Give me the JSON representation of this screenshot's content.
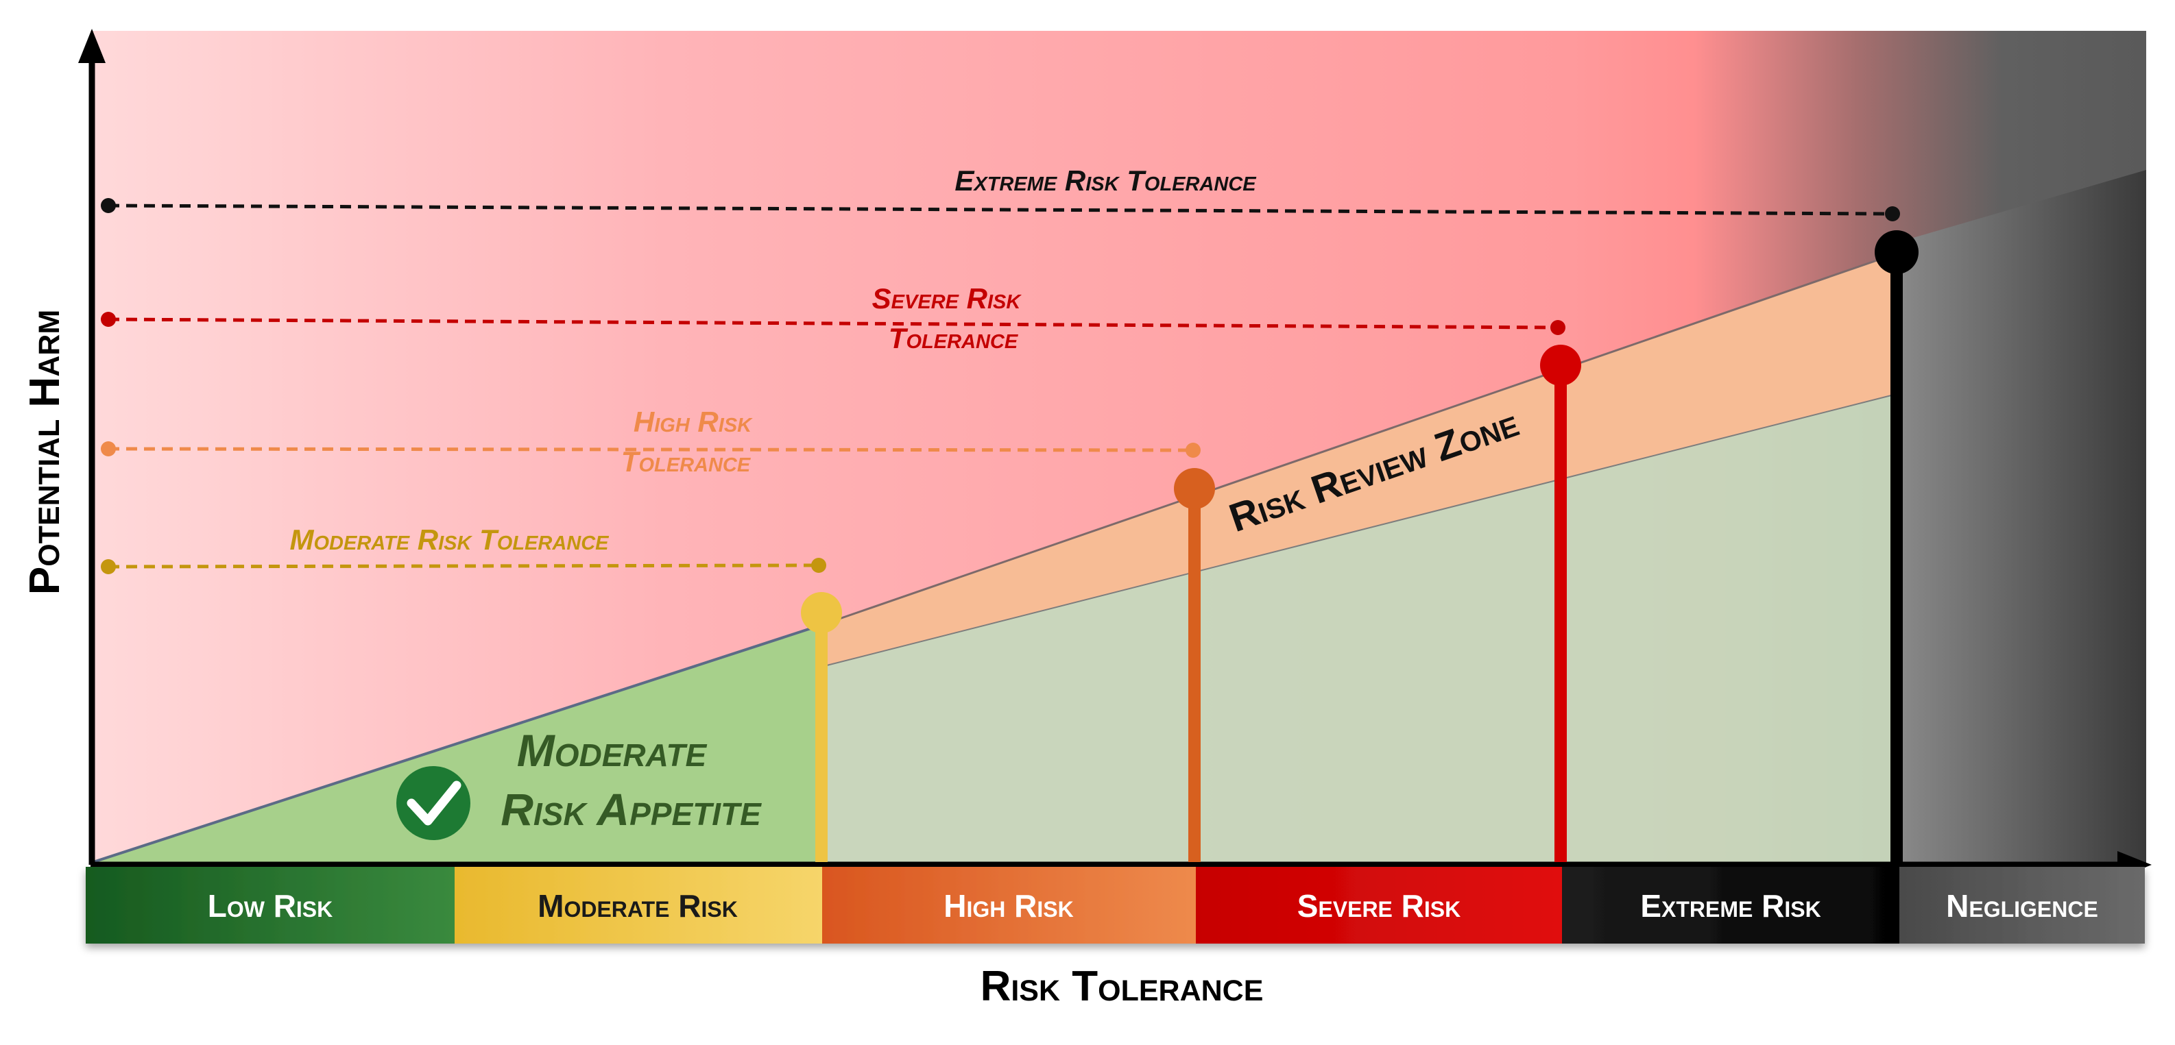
{
  "axes": {
    "x_label": "Risk Tolerance",
    "y_label": "Potential Harm"
  },
  "categories": [
    {
      "label": "Low Risk",
      "color": "#1a6b25",
      "text_color": "#ffffff"
    },
    {
      "label": "Moderate Risk",
      "color": "#eec443",
      "text_color": "#1a1a1a"
    },
    {
      "label": "High Risk",
      "color": "#e0682c",
      "text_color": "#ffffff"
    },
    {
      "label": "Severe Risk",
      "color": "#d40000",
      "text_color": "#ffffff"
    },
    {
      "label": "Extreme Risk",
      "color": "#111111",
      "text_color": "#ffffff"
    },
    {
      "label": "Negligence",
      "color": "#5a5a5a",
      "text_color": "#ffffff"
    }
  ],
  "tolerance_lines": [
    {
      "label": "Extreme Risk Tolerance",
      "color": "#111111"
    },
    {
      "label": "Severe Risk Tolerance",
      "color": "#c40000"
    },
    {
      "label": "High Risk Tolerance",
      "color": "#ef8a4a"
    },
    {
      "label": "Moderate Risk Tolerance",
      "color": "#c4960e"
    }
  ],
  "zones": {
    "appetite_line1": "Moderate",
    "appetite_line2": "Risk Appetite",
    "review_zone": "Risk Review Zone"
  },
  "icons": {
    "appetite_check": "check-circle-icon"
  }
}
